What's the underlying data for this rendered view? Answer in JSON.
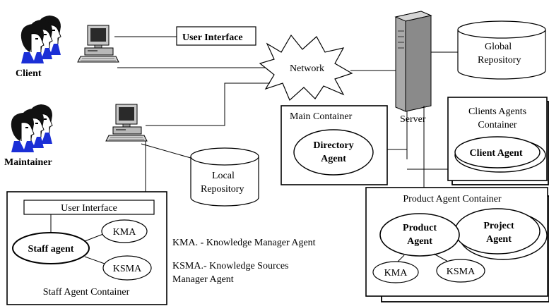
{
  "actors": {
    "client": "Client",
    "maintainer": "Maintainer"
  },
  "boxes": {
    "user_interface_top": "User Interface",
    "user_interface_staff": "User Interface"
  },
  "network": {
    "label": "Network"
  },
  "server": {
    "label": "Server"
  },
  "repositories": {
    "global_line1": "Global",
    "global_line2": "Repository",
    "local_line1": "Local",
    "local_line2": "Repository"
  },
  "containers": {
    "main": "Main Container",
    "clients_line1": "Clients Agents",
    "clients_line2": "Container",
    "product": "Product Agent Container",
    "staff": "Staff Agent  Container"
  },
  "agents": {
    "directory_line1": "Directory",
    "directory_line2": "Agent",
    "client_agent": "Client Agent",
    "product_line1": "Product",
    "product_line2": "Agent",
    "project_line1": "Project",
    "project_line2": "Agent",
    "staff_agent": "Staff agent",
    "kma_staff": "KMA",
    "ksma_staff": "KSMA",
    "kma_product": "KMA",
    "ksma_product": "KSMA"
  },
  "legend": {
    "kma": "KMA. - Knowledge Manager Agent",
    "ksma_line1": "KSMA.- Knowledge Sources",
    "ksma_line2": "Manager Agent"
  }
}
